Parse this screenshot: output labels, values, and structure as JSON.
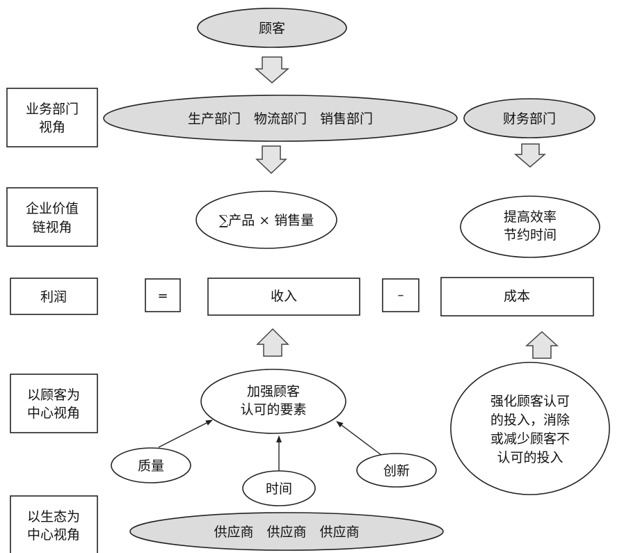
{
  "perspectives": {
    "business_dept": [
      "业务部门",
      "视角"
    ],
    "value_chain": [
      "企业价值",
      "链视角"
    ],
    "profit": "利润",
    "customer_center": [
      "以顾客为",
      "中心视角"
    ],
    "ecosystem_center": [
      "以生态为",
      "中心视角"
    ]
  },
  "nodes": {
    "customer": "顾客",
    "operations": "生产部门　物流部门　销售部门",
    "finance": "财务部门",
    "sales_formula": "∑产品 × 销售量",
    "efficiency": [
      "提高效率",
      "节约时间"
    ],
    "revenue": "收入",
    "cost": "成本",
    "equals": "=",
    "minus": "–",
    "customer_factors": [
      "加强顾客",
      "认可的要素"
    ],
    "reduce_investment": [
      "强化顾客认可",
      "的投入，消除",
      "或减少顾客不",
      "认可的投入"
    ],
    "quality": "质量",
    "time": "时间",
    "innovation": "创新",
    "suppliers": "供应商　供应商　供应商"
  },
  "colors": {
    "gray_fill": "#dcdcdc",
    "stroke": "#222222",
    "background": "#ffffff"
  }
}
